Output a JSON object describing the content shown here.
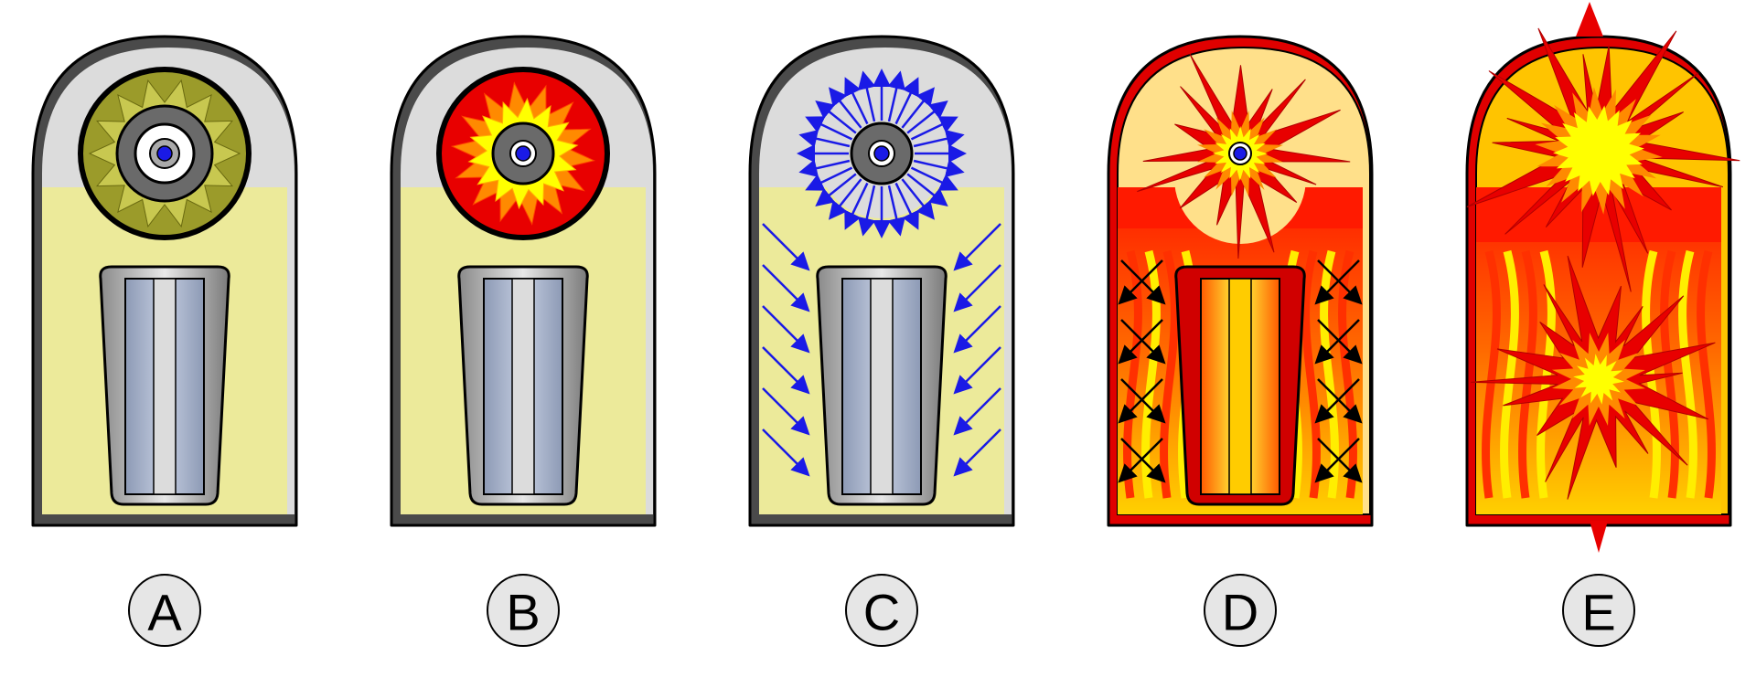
{
  "figure": {
    "stages": [
      {
        "id": "A",
        "label": "A"
      },
      {
        "id": "B",
        "label": "B"
      },
      {
        "id": "C",
        "label": "C"
      },
      {
        "id": "D",
        "label": "D"
      },
      {
        "id": "E",
        "label": "E"
      }
    ],
    "colors": {
      "casing": "#4a4a4a",
      "casing_hot": "#e00000",
      "vacuum": "#dcdcdc",
      "filler": "#ecea9a",
      "tamper": "#6a6a6a",
      "fuel_rod": "#a3b0c8",
      "spark_plug": "#dcdcdc",
      "core": "#1a1ae6",
      "explosive": "#9a9a30",
      "fire_red": "#e80000",
      "fire_orange": "#ff8a00",
      "fire_yellow": "#ffff00",
      "xray_arrow": "#1a1ae6",
      "plasma_arrow": "#000000",
      "label_circle": "#e6e6e6"
    }
  }
}
